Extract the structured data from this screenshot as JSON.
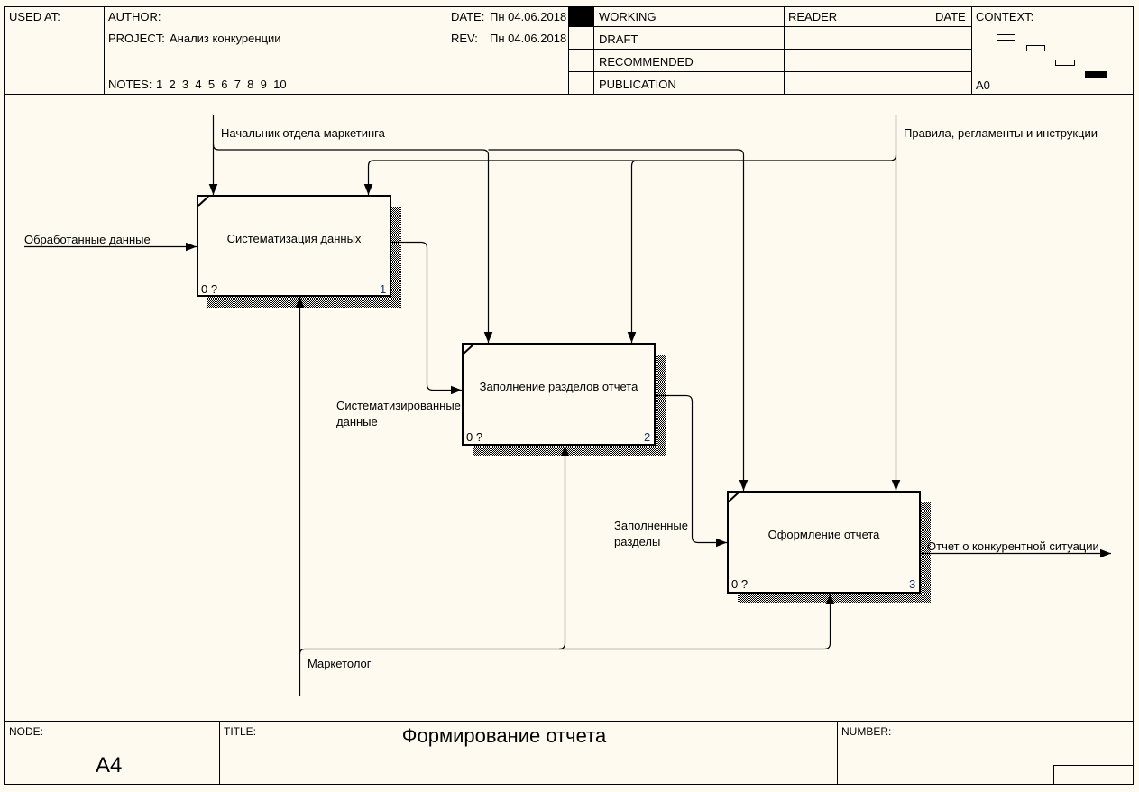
{
  "header": {
    "used_at_label": "USED AT:",
    "author_label": "AUTHOR:",
    "author_value": "",
    "project_label": "PROJECT:",
    "project_value": "Анализ конкуренции",
    "notes_label": "NOTES:",
    "notes_value": "1  2  3  4  5  6  7  8  9  10",
    "date_label": "DATE:",
    "date_value": "Пн 04.06.2018",
    "rev_label": "REV:",
    "rev_value": "Пн 04.06.2018",
    "status": [
      {
        "label": "WORKING",
        "active": true
      },
      {
        "label": "DRAFT",
        "active": false
      },
      {
        "label": "RECOMMENDED",
        "active": false
      },
      {
        "label": "PUBLICATION",
        "active": false
      }
    ],
    "reader_label": "READER",
    "reader_date_label": "DATE",
    "context_label": "CONTEXT:",
    "context_node": "A0"
  },
  "diagram": {
    "activities": [
      {
        "name": "Систематизация данных",
        "cost": "0 ?",
        "number": "1"
      },
      {
        "name": "Заполнение разделов отчета",
        "cost": "0 ?",
        "number": "2"
      },
      {
        "name": "Оформление отчета",
        "cost": "0 ?",
        "number": "3"
      }
    ],
    "arrows": {
      "control_1": "Начальник отдела маркетинга",
      "control_2": "Правила, регламенты и инструкции",
      "input_1": "Обработанные данные",
      "flow_1_2": [
        "Систематизированные",
        "данные"
      ],
      "flow_2_3": [
        "Заполненные",
        "разделы"
      ],
      "output": "Отчет о конкурентной ситуации",
      "mechanism": "Маркетолог"
    }
  },
  "footer": {
    "node_label": "NODE:",
    "node_value": "A4",
    "title_label": "TITLE:",
    "title_value": "Формирование отчета",
    "number_label": "NUMBER:",
    "number_value": ""
  }
}
